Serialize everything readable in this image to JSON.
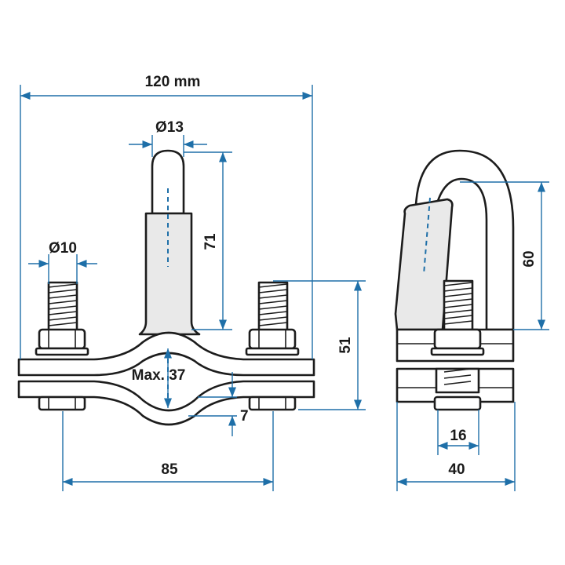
{
  "colors": {
    "dimension": "#1e6fa8",
    "outline": "#1c1c1c"
  },
  "dimensions": {
    "overall_width": "120 mm",
    "pin_diameter": "Ø13",
    "pin_length": "71",
    "bolt_diameter": "Ø10",
    "max_pipe": "Max. 37",
    "clamp_thickness": "7",
    "bolt_spacing": "85",
    "height": "51",
    "side_height": "60",
    "bolt_width": "16",
    "depth": "40"
  }
}
